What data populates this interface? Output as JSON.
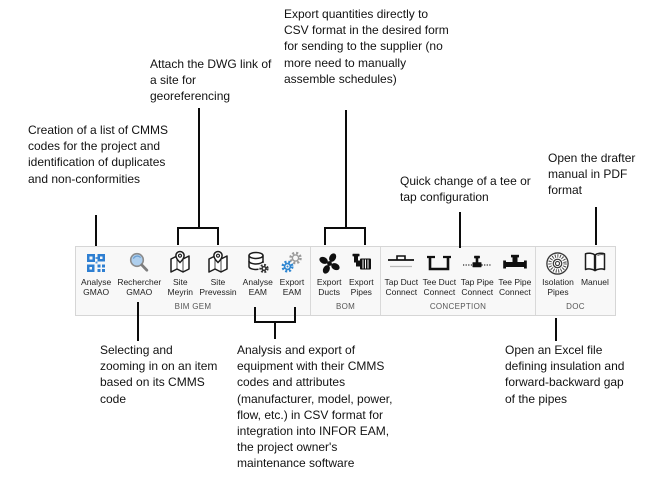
{
  "annotations": [
    {
      "id": "cmms-list",
      "text": "Creation of a list of CMMS codes for the project and identification of duplicates and non-conformities"
    },
    {
      "id": "dwg-link",
      "text": "Attach the DWG link of a site for georeferencing"
    },
    {
      "id": "export-csv",
      "text": "Export quantities directly to CSV format in the desired form for sending to the supplier (no more need to manually assemble schedules)"
    },
    {
      "id": "tee-tap",
      "text": "Quick change of a tee or tap configuration"
    },
    {
      "id": "drafter-manual",
      "text": "Open the drafter manual in PDF format"
    },
    {
      "id": "select-zoom",
      "text": "Selecting and zooming in on an item based on its CMMS code"
    },
    {
      "id": "analysis-export",
      "text": "Analysis and export of equipment with their CMMS codes and attributes (manufacturer, model, power, flow, etc.) in CSV format for integration into INFOR EAM, the project owner's maintenance software"
    },
    {
      "id": "excel-insulation",
      "text": "Open an Excel file defining insulation and forward-backward gap of the pipes"
    }
  ],
  "toolbar": {
    "groups": [
      {
        "name": "BIM GEM",
        "buttons": [
          {
            "label": "Analyse\nGMAO",
            "icon": "qr-code"
          },
          {
            "label": "Rechercher\nGMAO",
            "icon": "magnifier"
          },
          {
            "label": "Site\nMeyrin",
            "icon": "map-pin"
          },
          {
            "label": "Site\nPrevessin",
            "icon": "map-pin"
          },
          {
            "label": "Analyse\nEAM",
            "icon": "database-gear"
          },
          {
            "label": "Export\nEAM",
            "icon": "gears"
          }
        ]
      },
      {
        "name": "BOM",
        "buttons": [
          {
            "label": "Export\nDucts",
            "icon": "fan"
          },
          {
            "label": "Export\nPipes",
            "icon": "pump"
          }
        ]
      },
      {
        "name": "CONCEPTION",
        "buttons": [
          {
            "label": "Tap Duct\nConnect",
            "icon": "tap-duct"
          },
          {
            "label": "Tee Duct\nConnect",
            "icon": "tee-duct"
          },
          {
            "label": "Tap Pipe\nConnect",
            "icon": "tap-pipe"
          },
          {
            "label": "Tee Pipe\nConnect",
            "icon": "tee-pipe"
          }
        ]
      },
      {
        "name": "DOC",
        "buttons": [
          {
            "label": "Isolation\nPipes",
            "icon": "insulation"
          },
          {
            "label": "Manuel",
            "icon": "open-book"
          }
        ]
      }
    ]
  },
  "colors": {
    "accent_blue": "#2e7fd2",
    "icon_black": "#101010",
    "icon_gray": "#9b9b9b",
    "toolbar_bg": "#f8f8f8",
    "toolbar_border": "#d6d6d6",
    "group_label": "#565656",
    "annotation_text": "#121212"
  }
}
